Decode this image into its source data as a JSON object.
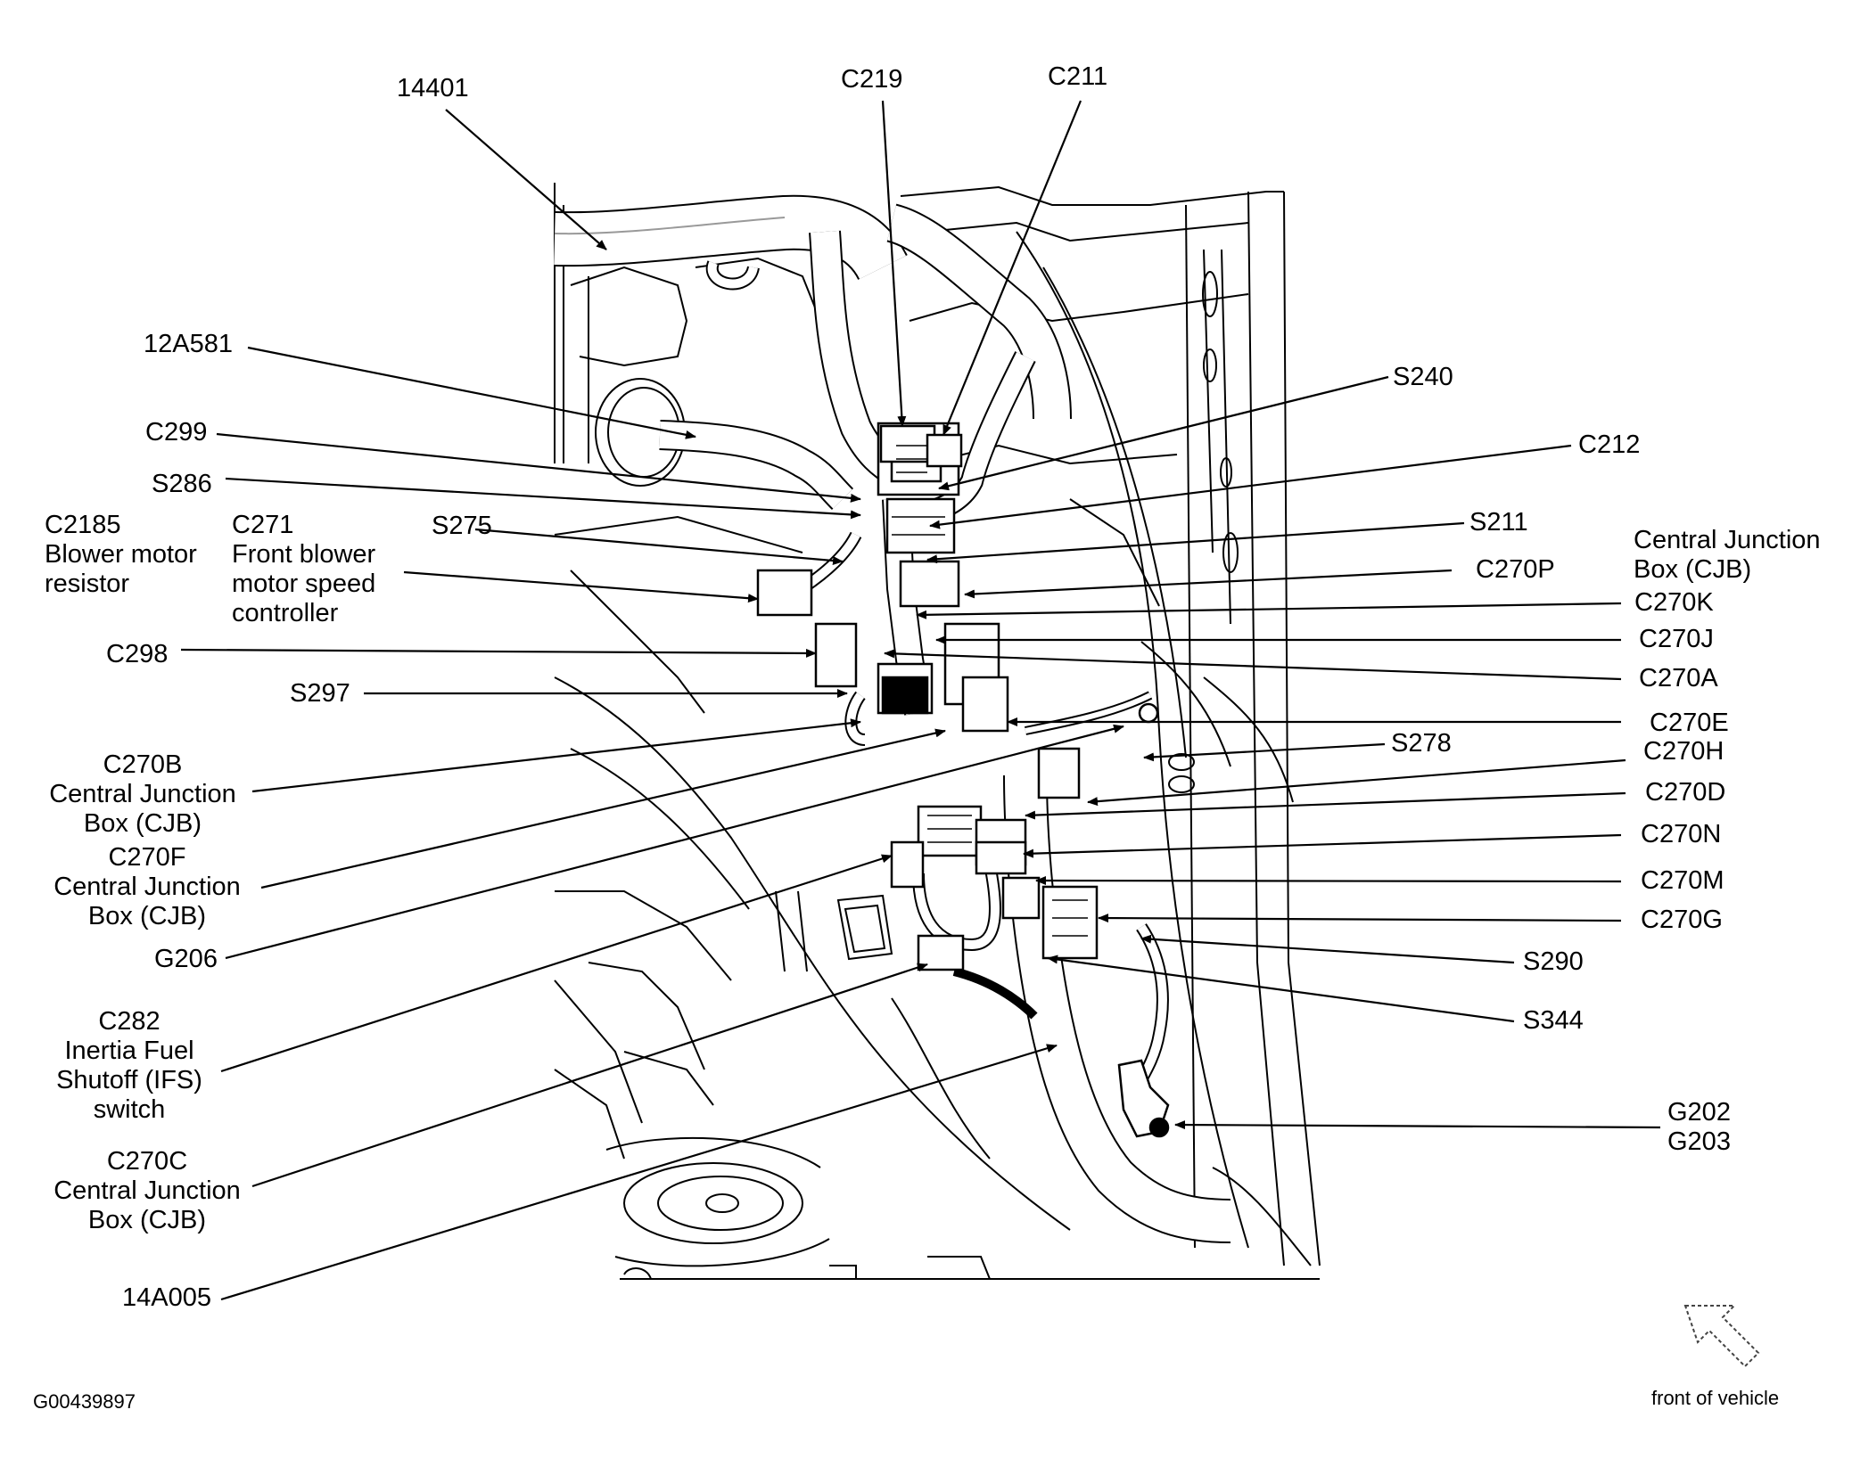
{
  "figure_code": "G00439897",
  "orientation_label": "front of vehicle",
  "labels": {
    "l14401": "14401",
    "lC219": "C219",
    "lC211": "C211",
    "l12A581": "12A581",
    "lC299": "C299",
    "lS286": "S286",
    "lC2185": "C2185\nBlower motor\nresistor",
    "lC271": "C271\nFront blower\nmotor speed\ncontroller",
    "lS275": "S275",
    "lC298": "C298",
    "lS297": "S297",
    "lC270B": "C270B\nCentral Junction\nBox (CJB)",
    "lC270F": "C270F\nCentral Junction\nBox (CJB)",
    "lG206": "G206",
    "lC282": "C282\nInertia Fuel\nShutoff (IFS)\nswitch",
    "lC270C": "C270C\nCentral Junction\nBox (CJB)",
    "l14A005": "14A005",
    "lS240": "S240",
    "lC212": "C212",
    "lS211": "S211",
    "lCJB": "Central Junction\nBox (CJB)",
    "lC270P": "C270P",
    "lC270K": "C270K",
    "lC270J": "C270J",
    "lC270A": "C270A",
    "lC270E": "C270E",
    "lS278": "S278",
    "lC270H": "C270H",
    "lC270D": "C270D",
    "lC270N": "C270N",
    "lC270M": "C270M",
    "lC270G": "C270G",
    "lS290": "S290",
    "lS344": "S344",
    "lG202": "G202\nG203"
  }
}
